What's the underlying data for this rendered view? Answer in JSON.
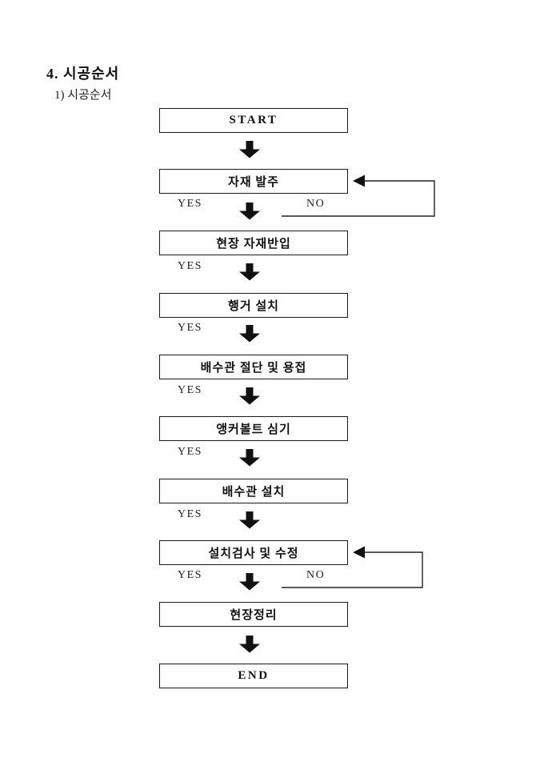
{
  "page": {
    "title": "4. 시공순서",
    "subtitle": "1) 시공순서"
  },
  "flowchart": {
    "boxes": [
      {
        "id": "start",
        "label": "START"
      },
      {
        "id": "material-order",
        "label": "자재 발주"
      },
      {
        "id": "site-material-in",
        "label": "현장 자재반입"
      },
      {
        "id": "hanger-install",
        "label": "행거 설치"
      },
      {
        "id": "pipe-cut-weld",
        "label": "배수관 절단 및 용접"
      },
      {
        "id": "anchor-bolt",
        "label": "앵커볼트 심기"
      },
      {
        "id": "pipe-install",
        "label": "배수관 설치"
      },
      {
        "id": "inspection-fix",
        "label": "설치검사 및 수정"
      },
      {
        "id": "site-cleanup",
        "label": "현장정리"
      },
      {
        "id": "end",
        "label": "END"
      }
    ],
    "branch_labels": {
      "yes": "YES",
      "no": "NO"
    },
    "colors": {
      "line": "#222222",
      "arrow": "#111111",
      "text": "#111111",
      "background": "#ffffff"
    }
  }
}
